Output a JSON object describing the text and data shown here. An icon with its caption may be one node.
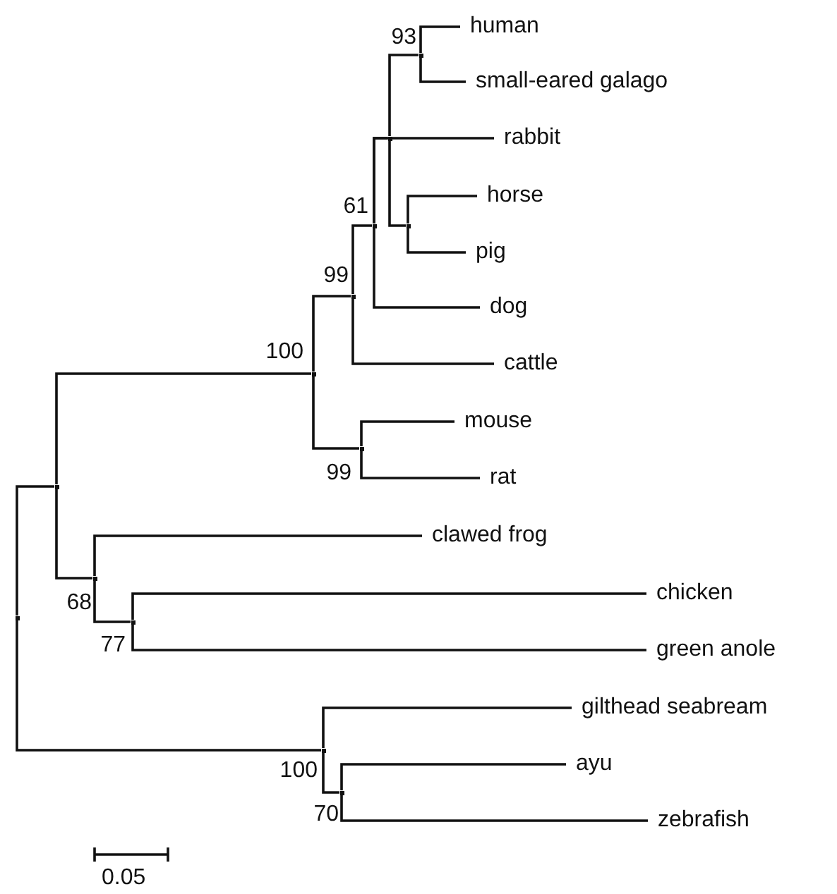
{
  "diagram": {
    "nodes": [
      {
        "text": [],
        "shape": "point"
      },
      {
        "text": [],
        "shape": "point"
      },
      {
        "text": [],
        "shape": "point",
        "beside": [
          "100"
        ]
      },
      {
        "text": [],
        "shape": "point",
        "beside": [
          "99"
        ]
      },
      {
        "text": [],
        "shape": "point",
        "beside": [
          "61"
        ]
      },
      {
        "text": [],
        "shape": "point"
      },
      {
        "text": [],
        "shape": "point",
        "beside": [
          "93"
        ]
      },
      {
        "text": [
          "human"
        ]
      },
      {
        "text": [
          "small-eared galago"
        ]
      },
      {
        "text": [
          "rabbit"
        ]
      },
      {
        "text": [],
        "shape": "point"
      },
      {
        "text": [
          "horse"
        ]
      },
      {
        "text": [
          "pig"
        ]
      },
      {
        "text": [
          "dog"
        ]
      },
      {
        "text": [
          "cattle"
        ]
      },
      {
        "text": [],
        "shape": "point",
        "beside": [
          "99"
        ]
      },
      {
        "text": [
          "mouse"
        ]
      },
      {
        "text": [
          "rat"
        ]
      },
      {
        "text": [],
        "shape": "point",
        "beside": [
          "68"
        ]
      },
      {
        "text": [
          "clawed frog"
        ]
      },
      {
        "text": [],
        "shape": "point",
        "beside": [
          "77"
        ]
      },
      {
        "text": [
          "chicken"
        ]
      },
      {
        "text": [
          "green anole"
        ]
      },
      {
        "text": [],
        "shape": "point",
        "beside": [
          "100"
        ]
      },
      {
        "text": [
          "gilthead seabream"
        ]
      },
      {
        "text": [],
        "shape": "point",
        "beside": [
          "70"
        ]
      },
      {
        "text": [
          "ayu"
        ]
      },
      {
        "text": [
          "zebrafish"
        ]
      }
    ],
    "edges": [
      {
        "from": 0,
        "to": 1,
        "arrow": "none"
      },
      {
        "from": 1,
        "to": 2,
        "arrow": "none"
      },
      {
        "from": 2,
        "to": 3,
        "arrow": "none"
      },
      {
        "from": 3,
        "to": 4,
        "arrow": "none"
      },
      {
        "from": 4,
        "to": 5,
        "arrow": "none"
      },
      {
        "from": 5,
        "to": 6,
        "arrow": "none"
      },
      {
        "from": 6,
        "to": 7,
        "arrow": "none"
      },
      {
        "from": 6,
        "to": 8,
        "arrow": "none"
      },
      {
        "from": 4,
        "to": 9,
        "arrow": "none"
      },
      {
        "from": 5,
        "to": 10,
        "arrow": "none"
      },
      {
        "from": 10,
        "to": 11,
        "arrow": "none"
      },
      {
        "from": 10,
        "to": 12,
        "arrow": "none"
      },
      {
        "from": 4,
        "to": 13,
        "arrow": "none"
      },
      {
        "from": 3,
        "to": 14,
        "arrow": "none"
      },
      {
        "from": 2,
        "to": 15,
        "arrow": "none"
      },
      {
        "from": 15,
        "to": 16,
        "arrow": "none"
      },
      {
        "from": 15,
        "to": 17,
        "arrow": "none"
      },
      {
        "from": 1,
        "to": 18,
        "arrow": "none"
      },
      {
        "from": 18,
        "to": 19,
        "arrow": "none"
      },
      {
        "from": 18,
        "to": 20,
        "arrow": "none"
      },
      {
        "from": 20,
        "to": 21,
        "arrow": "none"
      },
      {
        "from": 20,
        "to": 22,
        "arrow": "none"
      },
      {
        "from": 0,
        "to": 23,
        "arrow": "none"
      },
      {
        "from": 23,
        "to": 24,
        "arrow": "none"
      },
      {
        "from": 23,
        "to": 25,
        "arrow": "none"
      },
      {
        "from": 25,
        "to": 26,
        "arrow": "none"
      },
      {
        "from": 25,
        "to": 27,
        "arrow": "none"
      }
    ],
    "labels": [
      "0.05"
    ]
  }
}
